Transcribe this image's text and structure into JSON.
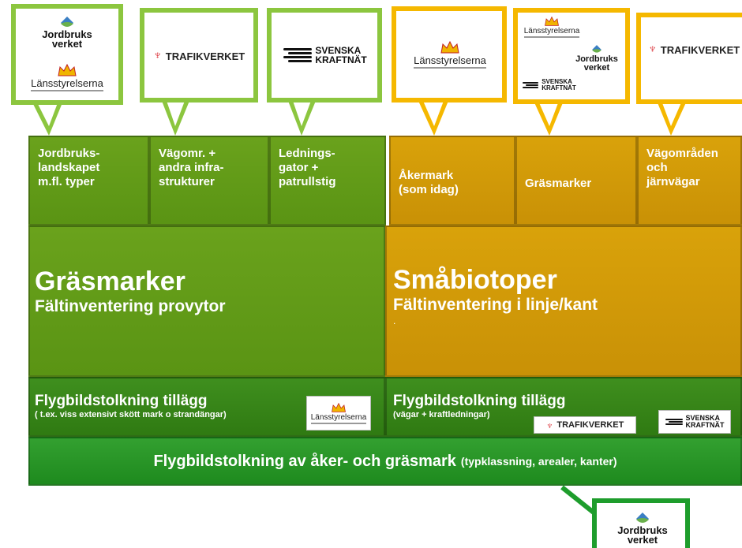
{
  "logos": {
    "jordbruksverket": [
      "Jordbruks",
      "verket"
    ],
    "lansstyrelserna": "Länsstyrelserna",
    "trafikverket": "TRAFIKVERKET",
    "svenska_kraftnat": [
      "SVENSKA",
      "KRAFTNÄT"
    ]
  },
  "top_cells": [
    {
      "text": "Jordbruks-\nlandskapet\nm.fl. typer"
    },
    {
      "text": "Vägomr. +\nandra infra-\nstrukturer"
    },
    {
      "text": "Lednings-\ngator +\npatrullstig"
    },
    {
      "text": "Åkermark\n(som idag)"
    },
    {
      "text": "Gräsmarker"
    },
    {
      "text": "Vägområden\noch\njärnvägar"
    }
  ],
  "main": {
    "left_title": "Gräsmarker",
    "left_sub": "Fältinventering provytor",
    "right_title": "Småbiotoper",
    "right_sub": "Fältinventering i linje/kant",
    "right_dot": "."
  },
  "fly_left": {
    "title": "Flygbildstolkning tillägg",
    "sub": "( t.ex. viss extensivt skött mark o strandängar)"
  },
  "fly_right": {
    "title": "Flygbildstolkning tillägg",
    "sub": "(vägar + kraftledningar)"
  },
  "bottom_bar": {
    "main": "Flygbildstolkning av åker- och gräsmark",
    "sub": "(typklassning, arealer, kanter)"
  },
  "colors": {
    "green_callout": "#8cc63f",
    "yellow_callout": "#f5b800",
    "dark_green": "#2f7a12",
    "mid_green": "#5a9414",
    "amber": "#c99106"
  }
}
